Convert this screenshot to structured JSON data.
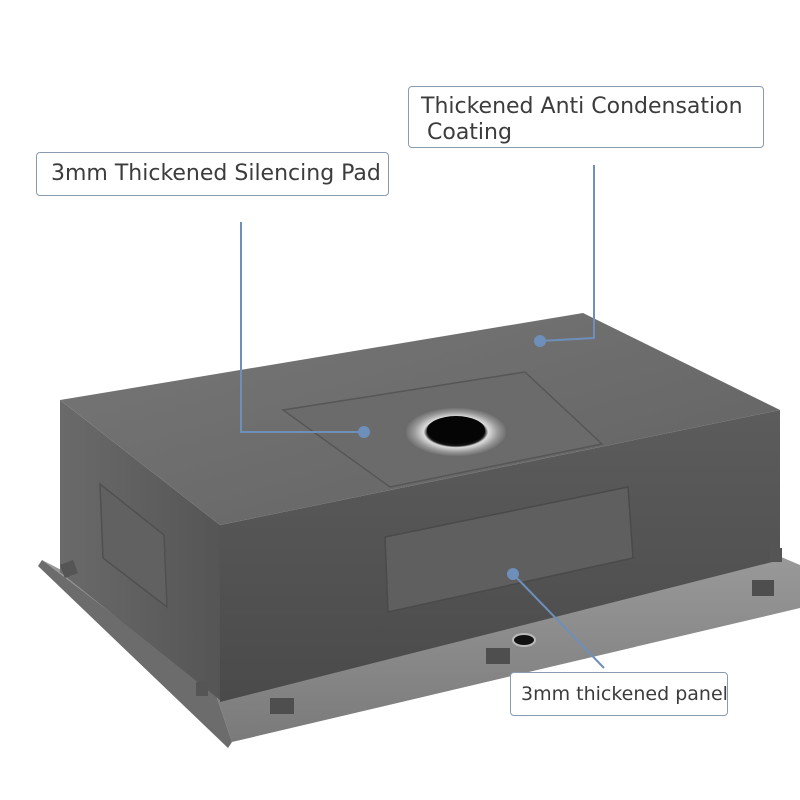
{
  "callouts": {
    "coating": {
      "line1": "Thickened Anti Condensation",
      "line2": "Coating"
    },
    "pad": {
      "text": "3mm Thickened Silencing Pad"
    },
    "panel": {
      "text": "3mm thickened panel"
    }
  },
  "colors": {
    "callout_line": "#6d8fba",
    "callout_border": "#8a9bb0",
    "sink_top": "#6e6e6e",
    "sink_front": "#545454",
    "sink_side": "#626262",
    "flange": "#8b8b8b"
  }
}
